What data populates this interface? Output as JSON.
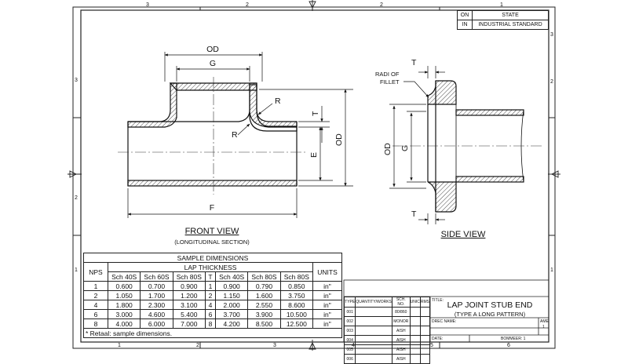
{
  "frame": {
    "top_zones": [
      "3",
      "2",
      "2",
      "1"
    ],
    "bottom_zones": [
      "1",
      "2",
      "3",
      "4",
      "5",
      "6"
    ],
    "left_zones": [
      "3",
      "2",
      "1"
    ],
    "right_zones": [
      "3",
      "2",
      "1"
    ]
  },
  "state_table": {
    "rows": [
      [
        "ON",
        "STATE"
      ],
      [
        "IN",
        "INDUSTRIAL STANDARD"
      ]
    ]
  },
  "front_view": {
    "title": "FRONT VIEW",
    "subtitle": "(LONGITUDINAL SECTION)",
    "dims": {
      "od": "OD",
      "g": "G",
      "r1": "R",
      "r2": "R",
      "t": "T",
      "e": "E",
      "od_right": "OD",
      "f": "F"
    }
  },
  "side_view": {
    "title": "SIDE VIEW",
    "radi_label_1": "RADI OF",
    "radi_label_2": "FILLET",
    "dims": {
      "t_top": "T",
      "t_bottom": "T",
      "od": "OD",
      "g": "G"
    }
  },
  "sample_table": {
    "title": "SAMPLE DIMENSIONS",
    "group_header": "LAP THICKNESS",
    "nps_header": "NPS",
    "units_header": "UNITS",
    "sub_headers": [
      "Sch 40S",
      "Sch 60S",
      "Sch 80S",
      "T",
      "Sch 40S",
      "Sch 80S",
      "Sch 80S"
    ],
    "rows": [
      [
        "1",
        "0.600",
        "0.700",
        "0.900",
        "1",
        "0.900",
        "0.790",
        "0.850",
        "in\""
      ],
      [
        "2",
        "1.050",
        "1.700",
        "1.200",
        "2",
        "1.150",
        "1.600",
        "3.750",
        "in\""
      ],
      [
        "4",
        "1.800",
        "2.300",
        "3.100",
        "4",
        "2.000",
        "2.550",
        "8.600",
        "in\""
      ],
      [
        "6",
        "3.000",
        "4.600",
        "5.400",
        "6",
        "3.700",
        "3.900",
        "10.500",
        "in\""
      ],
      [
        "8",
        "4.000",
        "6.000",
        "7.000",
        "8",
        "4.200",
        "8.500",
        "12.500",
        "in\""
      ]
    ],
    "footnote": "* Retaal: sample dimensions."
  },
  "revision_table": {
    "headers": [
      "TYPE",
      "QUANTITY/WORKS",
      "SCH. NO.",
      "UNIC",
      "RMS"
    ],
    "rows": [
      [
        "001",
        "",
        "80/860",
        "",
        ""
      ],
      [
        "002",
        "",
        "MONOR",
        "",
        ""
      ],
      [
        "003",
        "",
        "AISH",
        "",
        ""
      ],
      [
        "004",
        "",
        "AISH",
        "",
        ""
      ],
      [
        "005",
        "",
        "AISH",
        "",
        ""
      ],
      [
        "006",
        "",
        "AISH",
        "",
        ""
      ]
    ]
  },
  "title_block": {
    "title_label": "TITLE:",
    "title_line1": "LAP JOINT STUB END",
    "title_line2": "(TYPE A LONG PATTERN)",
    "drec_label": "DREC NAME:",
    "ame_label": "AME",
    "ame_value": "1",
    "date_label": "DATE:",
    "sheet_label": "BOMMEER: 1"
  }
}
